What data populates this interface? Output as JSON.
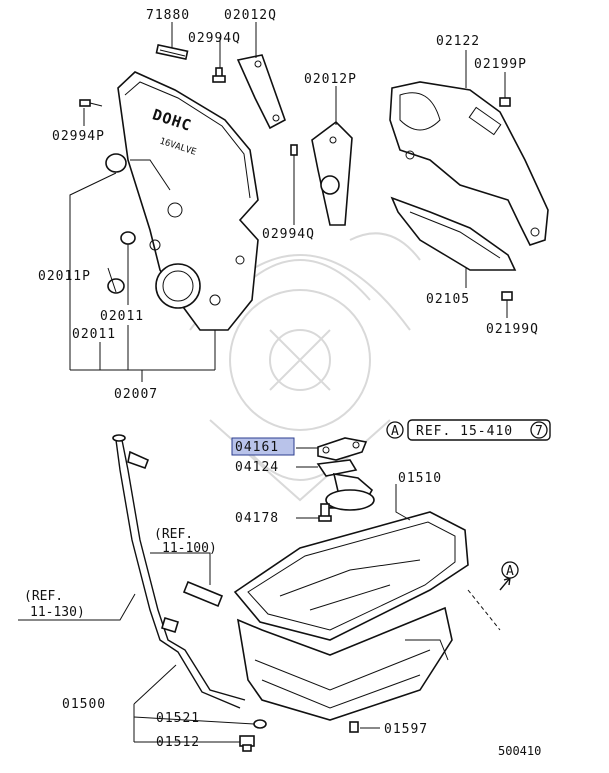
{
  "diagram_number": "500410",
  "highlight_color": "#b9c3ea",
  "labels": {
    "p71880": "71880",
    "p02012Q": "02012Q",
    "p02994Q_top": "02994Q",
    "p02012P": "02012P",
    "p02122": "02122",
    "p02199P": "02199P",
    "p02994P": "02994P",
    "p02994Q_mid": "02994Q",
    "p02011P": "02011P",
    "p02011_a": "02011",
    "p02011_b": "02011",
    "p02007": "02007",
    "p02105": "02105",
    "p02199Q": "02199Q",
    "p04161": "04161",
    "p04124": "04124",
    "p04178": "04178",
    "p01510": "01510",
    "p01500": "01500",
    "p01521": "01521",
    "p01512": "01512",
    "p01597": "01597"
  },
  "refs": {
    "ref_15_410_prefix": "REF. 15-410",
    "ref_15_410_circle": "7",
    "ref_11_100_line1": "(REF.",
    "ref_11_100_line2": "11-100)",
    "ref_11_130_line1": "(REF.",
    "ref_11_130_line2": "11-130)",
    "marker_a": "A",
    "marker_a_pan": "A"
  },
  "cover_text": {
    "line1": "DOHC",
    "line2": "16VALVE"
  }
}
